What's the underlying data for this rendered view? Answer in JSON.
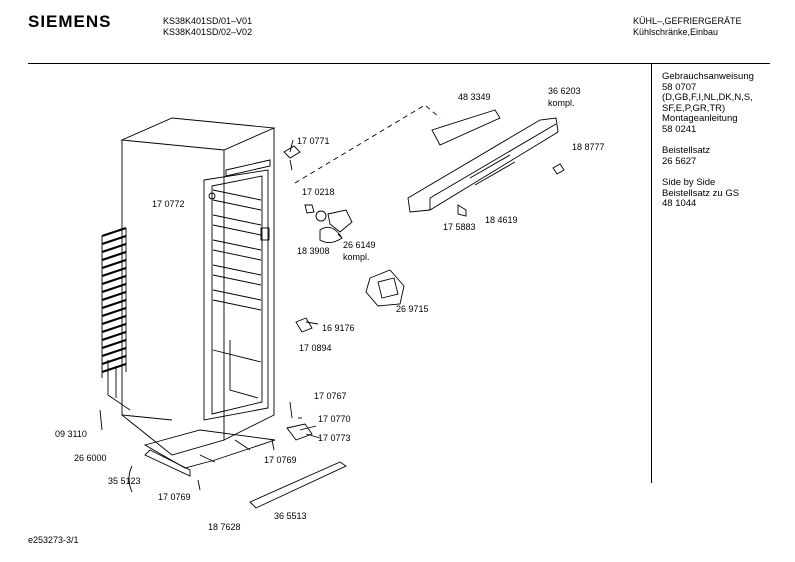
{
  "header": {
    "brand": "SIEMENS",
    "models": [
      "KS38K401SD/01–V01",
      "KS38K401SD/02–V02"
    ],
    "category": [
      "KÜHL–,GEFRIERGERÄTE",
      "Kühlschränke,Einbau"
    ]
  },
  "side_panel": {
    "lines": [
      "Gebrauchsanweisung",
      "58 0707",
      "(D,GB,F,I,NL,DK,N,S,",
      "SF,E,P,GR,TR)",
      "Montageanleitung",
      "58 0241",
      "",
      "Beistellsatz",
      "26 5627",
      "",
      "Side by Side",
      "Beistellsatz zu GS",
      "48 1044"
    ]
  },
  "part_labels": [
    "48 3349",
    "36 6203",
    "kompl.",
    "17 0771",
    "18 8777",
    "17 0218",
    "17 0772",
    "17 5883",
    "18 4619",
    "26 6149",
    "kompl.",
    "18 3908",
    "26 9715",
    "16 9176",
    "17 0894",
    "17 0767",
    "17 0770",
    "17 0773",
    "17 0769",
    "09 3110",
    "26 6000",
    "35 5123",
    "17 0769",
    "18 7628",
    "36 5513"
  ],
  "footer": {
    "doc_id": "e253273-3/1"
  }
}
